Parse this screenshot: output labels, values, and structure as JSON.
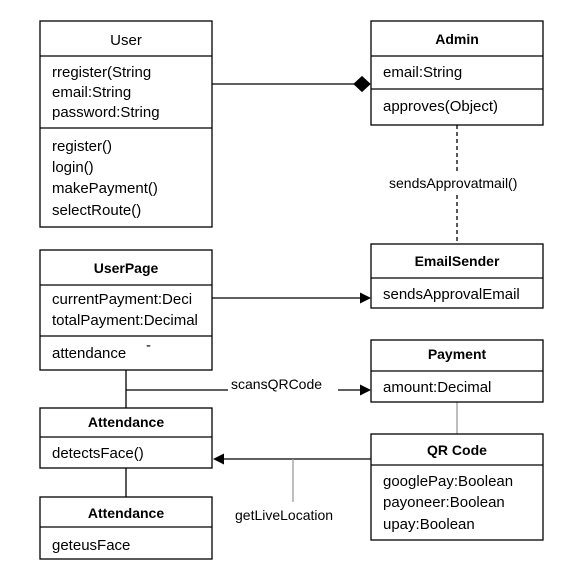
{
  "classes": {
    "user": {
      "name": "User",
      "attributes": [
        "rregister(String",
        "email:String",
        "password:String"
      ],
      "methods": [
        "register()",
        "login()",
        "makePayment()",
        "selectRoute()"
      ]
    },
    "admin": {
      "name": "Admin",
      "attributes": [
        "email:String"
      ],
      "methods": [
        "approves(Object)"
      ]
    },
    "emailsender": {
      "name": "EmailSender",
      "methods": [
        "sendsApprovalEmail"
      ]
    },
    "userpage": {
      "name": "UserPage",
      "attributes": [
        "currentPayment:Deci",
        "totalPayment:Decimal"
      ],
      "methods": [
        "attendance",
        "-"
      ]
    },
    "payment": {
      "name": "Payment",
      "attributes": [
        "amount:Decimal"
      ]
    },
    "attendance1": {
      "name": "Attendance",
      "methods": [
        "detectsFace()"
      ]
    },
    "qrcode": {
      "name": "QR Code",
      "attributes": [
        "googlePay:Boolean",
        "payoneer:Boolean",
        "upay:Boolean"
      ]
    },
    "attendance2": {
      "name": "Attendance",
      "methods": [
        "geteusFace"
      ]
    }
  },
  "relations": {
    "admin_email": "sendsApprovatmail()",
    "userpage_payment": "scansQRCode",
    "qr_location": "getLiveLocation"
  },
  "colors": {
    "stroke": "#000000",
    "muted_line": "#9a9a9a",
    "background": "#ffffff"
  }
}
